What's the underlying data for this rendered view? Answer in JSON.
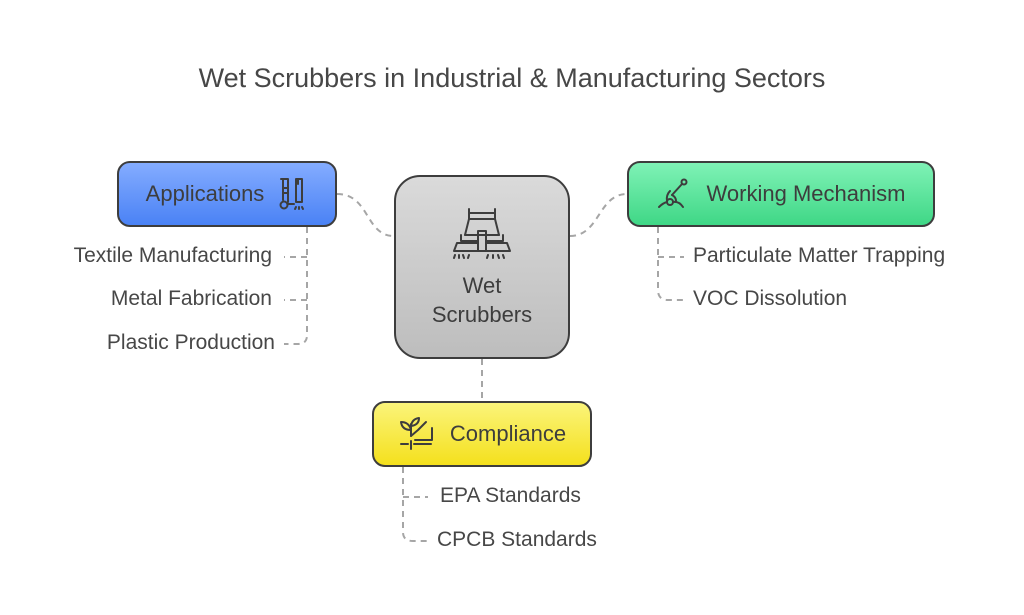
{
  "title": "Wet Scrubbers in Industrial & Manufacturing Sectors",
  "colors": {
    "applications": "#5b8ff9",
    "working_mechanism": "#52e096",
    "compliance": "#f7e735",
    "center": "#cccccc",
    "connector": "#a6a6a6"
  },
  "center": {
    "label_line1": "Wet",
    "label_line2": "Scrubbers",
    "icon": "scrubber-machine-icon"
  },
  "branches": {
    "applications": {
      "label": "Applications",
      "icon": "cleaning-trolley-icon",
      "items": [
        "Textile Manufacturing",
        "Metal Fabrication",
        "Plastic Production"
      ]
    },
    "working_mechanism": {
      "label": "Working Mechanism",
      "icon": "mechanism-tool-icon",
      "items": [
        "Particulate Matter Trapping",
        "VOC Dissolution"
      ]
    },
    "compliance": {
      "label": "Compliance",
      "icon": "plant-regulation-icon",
      "items": [
        "EPA Standards",
        "CPCB Standards"
      ]
    }
  }
}
